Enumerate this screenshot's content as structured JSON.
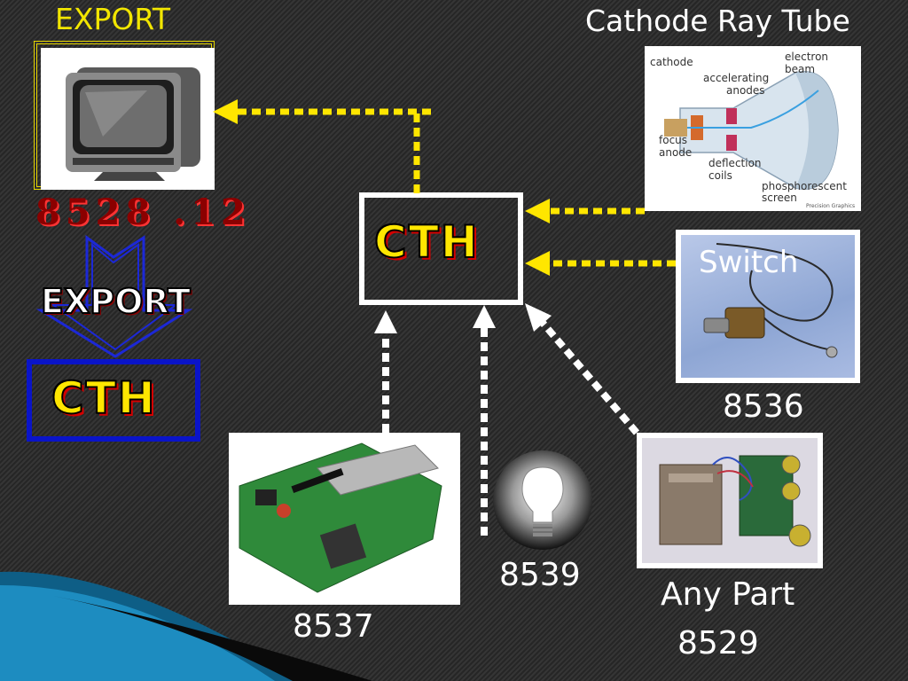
{
  "slide": {
    "export_title": "EXPORT",
    "crt_title": "Cathode Ray Tube",
    "export_code": "8528 .12",
    "export_word": "EXPORT",
    "cth_main": "CTH",
    "cth_small": "CTH",
    "switch_label": "Switch",
    "code_switch": "8536",
    "code_board": "8537",
    "code_bulb": "8539",
    "any_part_label": "Any Part",
    "code_part": "8529"
  },
  "crt_diagram_labels": {
    "cathode": "cathode",
    "accelerating": "accelerating",
    "anodes": "anodes",
    "electron": "electron",
    "beam": "beam",
    "focus": "focus",
    "anode": "anode",
    "deflection": "deflection",
    "coils": "coils",
    "phosphorescent": "phosphorescent",
    "screen": "screen",
    "credit": "Precision Graphics"
  },
  "colors": {
    "arrow_yellow": "#ffe600",
    "arrow_white": "#ffffff",
    "export_yellow": "#f2e600",
    "code_red": "#8b0000",
    "blue_outline": "#0a14c8"
  }
}
